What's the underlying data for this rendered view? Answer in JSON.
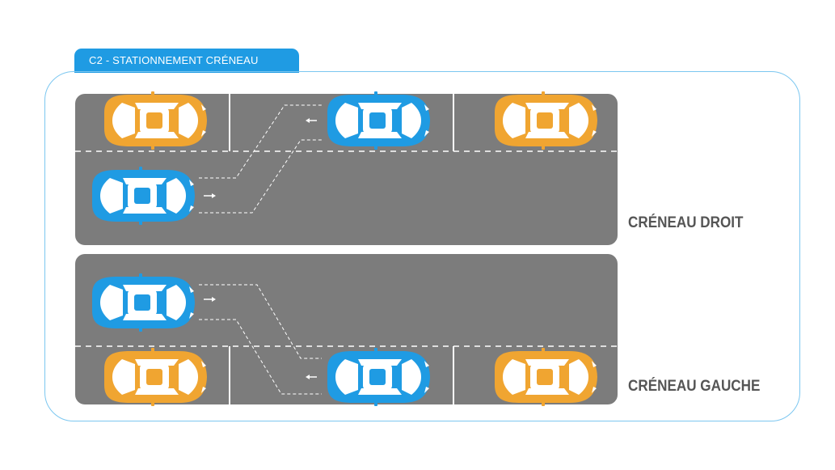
{
  "header": {
    "tab_label": "C2 - STATIONNEMENT CRÉNEAU"
  },
  "scenes": [
    {
      "id": "top",
      "label": "CRÉNEAU DROIT"
    },
    {
      "id": "bottom",
      "label": "CRÉNEAU GAUCHE"
    }
  ],
  "colors": {
    "road": "#7c7c7c",
    "parked_car": "#f0a531",
    "moving_car": "#1f9be3",
    "frame": "#7cc7f0",
    "tab": "#1f9be3",
    "label_text": "#555555"
  },
  "icons": [
    "car-icon",
    "arrow-left-icon",
    "arrow-right-icon"
  ]
}
